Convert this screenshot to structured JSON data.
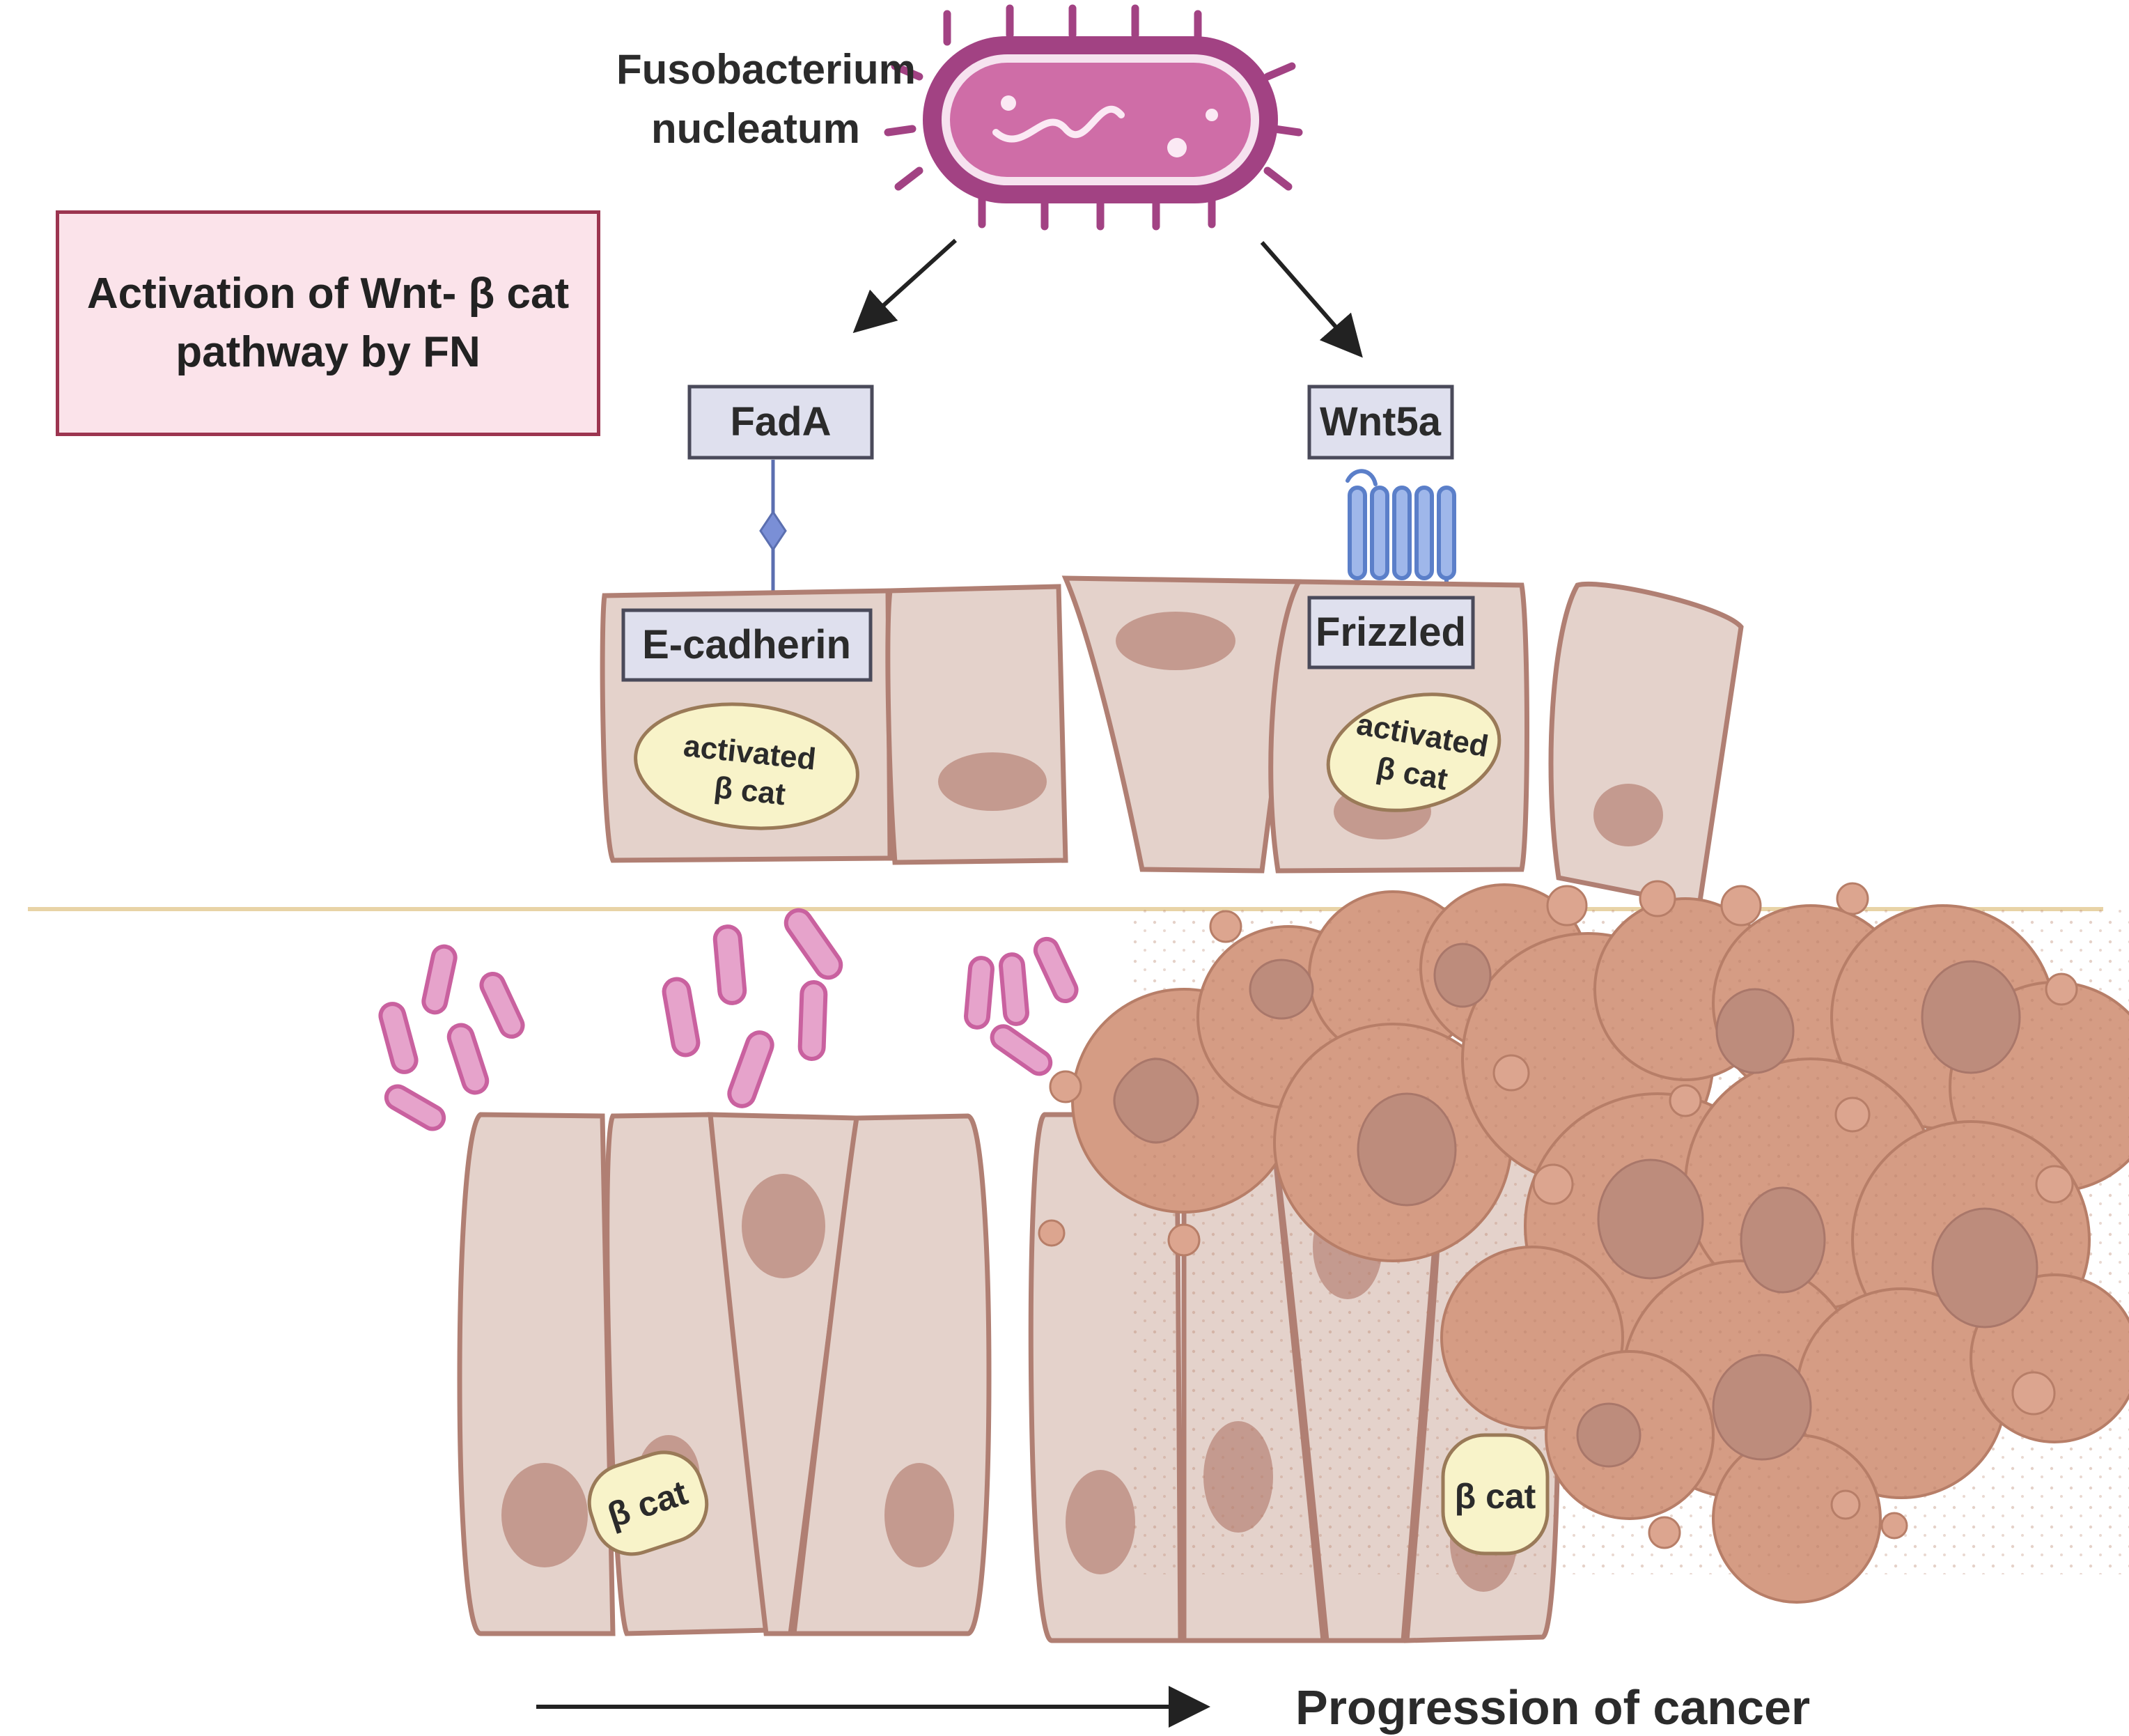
{
  "title": {
    "line1": "Activation of Wnt- β cat",
    "line2": "pathway by FN"
  },
  "bacterium": {
    "line1": "Fusobacterium",
    "line2": "nucleatum"
  },
  "proteins": {
    "fada": "FadA",
    "wnt5a": "Wnt5a",
    "ecadherin": "E-cadherin",
    "frizzled": "Frizzled"
  },
  "beta_cat": {
    "activated_line1": "activated",
    "activated_line2": "β cat",
    "plain": "β cat"
  },
  "progression_label": "Progression of cancer",
  "colors": {
    "bacterium": "#c9619f",
    "bacterium_outline": "#a24283",
    "cell_fill": "#e4d2cb",
    "cell_outline": "#b07f73",
    "nucleus": "#c49a8f",
    "tumor": "#d59c84",
    "protein_box": "#dfe0ee",
    "beta_cat_fill": "#f8f3c9",
    "title_box_fill": "#fbe3ea",
    "title_box_border": "#9c3550"
  }
}
